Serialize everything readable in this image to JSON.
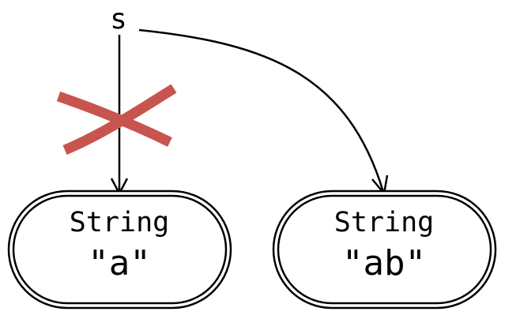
{
  "variable": {
    "name": "s"
  },
  "nodes": [
    {
      "type_label": "String",
      "value_label": "\"a\""
    },
    {
      "type_label": "String",
      "value_label": "\"ab\""
    }
  ],
  "colors": {
    "stroke": "#000000",
    "cross": "#c85450",
    "background": "#ffffff"
  },
  "icons": {
    "old_reference": "cross-mark-icon",
    "arrow": "arrowhead"
  }
}
